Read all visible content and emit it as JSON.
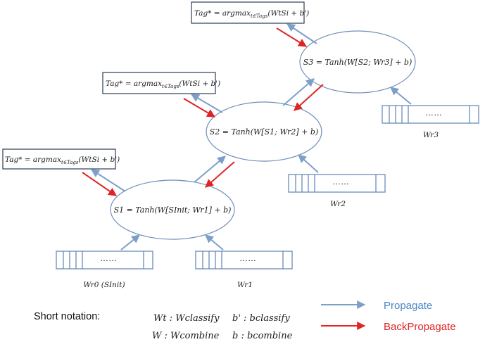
{
  "tag_formulas": [
    "Tag* = argmax",
    "Tag* = argmax",
    "Tag* = argmax"
  ],
  "tag_subscript": "t∈Tags",
  "tag_tail": "(WtSi + b')",
  "states": {
    "s3": "S3 = Tanh(W[S2; Wr3] + b)",
    "s2": "S2 = Tanh(W[S1; Wr2] + b)",
    "s1": "S1 = Tanh(W[SInit; Wr1] + b)"
  },
  "vectors": {
    "dots": "……",
    "wr3": "Wr3",
    "wr2": "Wr2",
    "wr1": "Wr1",
    "wr0": "Wr0 (SInit)"
  },
  "notation": {
    "heading": "Short notation:",
    "wt": "Wt : Wclassify",
    "bprime": "b' : bclassify",
    "w": "W : Wcombine",
    "b": "b : bcombine"
  },
  "legend": {
    "propagate": "Propagate",
    "backpropagate": "BackPropagate"
  },
  "colors": {
    "propagate": "#7c9fc9",
    "backpropagate": "#e02424",
    "propagate_text": "#4a86c8",
    "backpropagate_text": "#e02424"
  }
}
